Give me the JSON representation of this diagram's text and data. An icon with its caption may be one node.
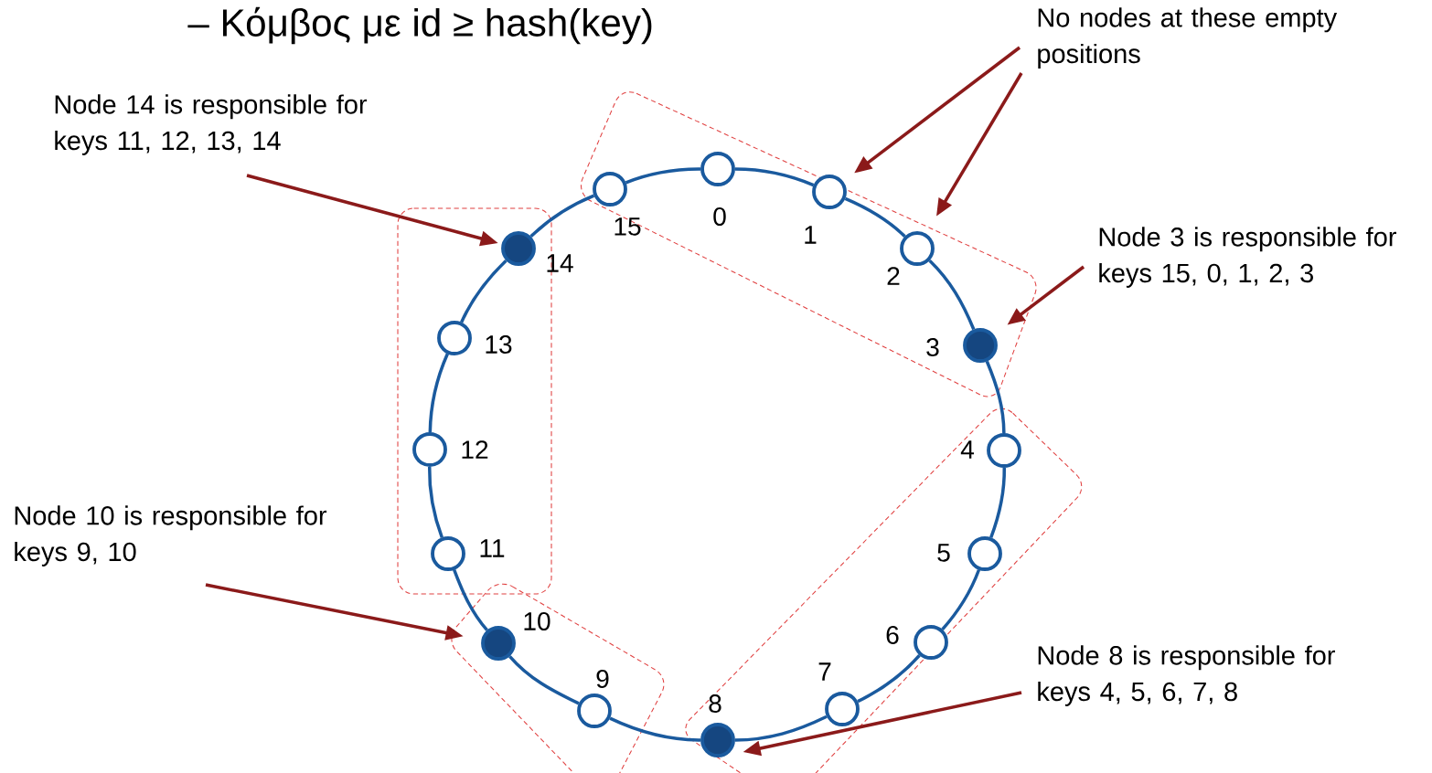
{
  "diagram": {
    "title": "– Κόμβος με id ≥ hash(key)",
    "nodes": [
      {
        "text": [],
        "shape": "circle",
        "beside": [
          "0"
        ]
      },
      {
        "text": [],
        "shape": "circle",
        "beside": [
          "1"
        ]
      },
      {
        "text": [],
        "shape": "circle",
        "beside": [
          "2"
        ]
      },
      {
        "text": [],
        "shape": "dot",
        "beside": [
          "3"
        ]
      },
      {
        "text": [],
        "shape": "circle",
        "beside": [
          "4"
        ]
      },
      {
        "text": [],
        "shape": "circle",
        "beside": [
          "5"
        ]
      },
      {
        "text": [],
        "shape": "circle",
        "beside": [
          "6"
        ]
      },
      {
        "text": [],
        "shape": "circle",
        "beside": [
          "7"
        ]
      },
      {
        "text": [],
        "shape": "dot",
        "beside": [
          "8"
        ]
      },
      {
        "text": [],
        "shape": "circle",
        "beside": [
          "9"
        ]
      },
      {
        "text": [],
        "shape": "dot",
        "beside": [
          "10"
        ]
      },
      {
        "text": [],
        "shape": "circle",
        "beside": [
          "11"
        ]
      },
      {
        "text": [],
        "shape": "circle",
        "beside": [
          "12"
        ]
      },
      {
        "text": [],
        "shape": "circle",
        "beside": [
          "13"
        ]
      },
      {
        "text": [],
        "shape": "dot",
        "beside": [
          "14"
        ]
      },
      {
        "text": [],
        "shape": "circle",
        "beside": [
          "15"
        ]
      },
      {
        "text": [
          "No nodes at these empty positions"
        ]
      },
      {
        "text": [
          "Node 14 is responsible for keys 11, 12, 13, 14"
        ]
      },
      {
        "text": [
          "Node 3 is responsible for keys 15, 0, 1, 2, 3"
        ]
      },
      {
        "text": [
          "Node 10 is responsible for keys 9, 10"
        ]
      },
      {
        "text": [
          "Node 8 is responsible for keys 4, 5, 6, 7, 8"
        ]
      }
    ],
    "edges": [
      {
        "from": 0,
        "to": 1,
        "arrow": "none"
      },
      {
        "from": 1,
        "to": 2,
        "arrow": "none"
      },
      {
        "from": 2,
        "to": 3,
        "arrow": "none"
      },
      {
        "from": 3,
        "to": 4,
        "arrow": "none"
      },
      {
        "from": 4,
        "to": 5,
        "arrow": "none"
      },
      {
        "from": 5,
        "to": 6,
        "arrow": "none"
      },
      {
        "from": 6,
        "to": 7,
        "arrow": "none"
      },
      {
        "from": 7,
        "to": 8,
        "arrow": "none"
      },
      {
        "from": 8,
        "to": 9,
        "arrow": "none"
      },
      {
        "from": 9,
        "to": 10,
        "arrow": "none"
      },
      {
        "from": 10,
        "to": 11,
        "arrow": "none"
      },
      {
        "from": 11,
        "to": 12,
        "arrow": "none"
      },
      {
        "from": 12,
        "to": 13,
        "arrow": "none"
      },
      {
        "from": 13,
        "to": 14,
        "arrow": "none"
      },
      {
        "from": 14,
        "to": 15,
        "arrow": "none"
      },
      {
        "from": 15,
        "to": 0,
        "arrow": "none"
      },
      {
        "from": 16,
        "to": 1,
        "arrow": "to",
        "color": "#8b1a1a"
      },
      {
        "from": 16,
        "to": 2,
        "arrow": "to",
        "color": "#8b1a1a"
      },
      {
        "from": 17,
        "to": 14,
        "arrow": "to",
        "color": "#8b1a1a"
      },
      {
        "from": 18,
        "to": 3,
        "arrow": "to",
        "color": "#8b1a1a"
      },
      {
        "from": 19,
        "to": 10,
        "arrow": "to",
        "color": "#8b1a1a"
      },
      {
        "from": 20,
        "to": 8,
        "arrow": "to",
        "color": "#8b1a1a"
      }
    ]
  }
}
